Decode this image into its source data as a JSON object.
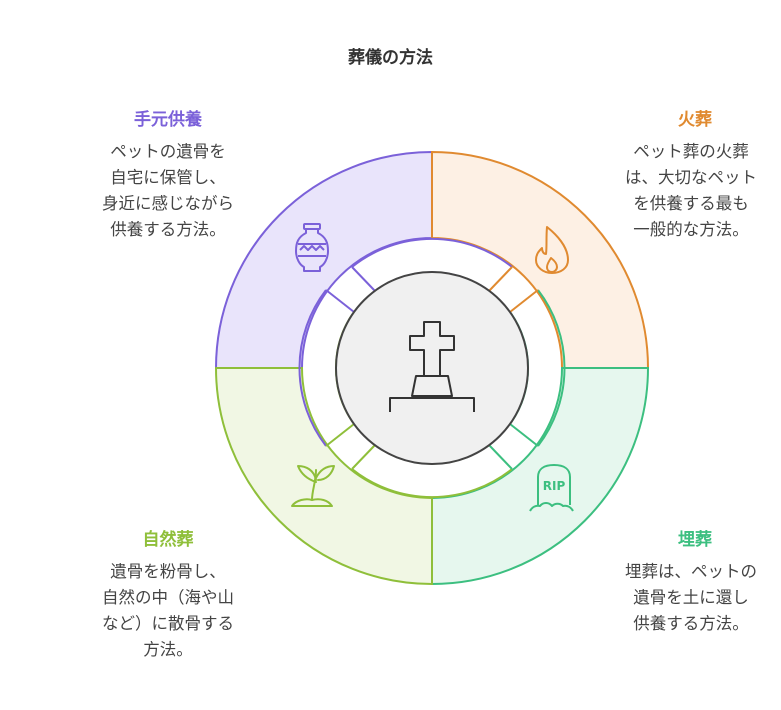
{
  "title": "葬儀の方法",
  "colors": {
    "purple": "#7b61d9",
    "orange": "#e08a30",
    "teal": "#3cbf80",
    "green": "#8fbf3a",
    "center_fill": "#f0f0f0",
    "center_stroke": "#444444"
  },
  "segments": {
    "top_left": {
      "heading": "手元供養",
      "lines": [
        "ペットの遺骨を",
        "自宅に保管し、",
        "身近に感じながら",
        "供養する方法。"
      ],
      "icon": "vase-icon"
    },
    "top_right": {
      "heading": "火葬",
      "lines": [
        "ペット葬の火葬",
        "は、大切なペット",
        "を供養する最も",
        "一般的な方法。"
      ],
      "icon": "flame-icon"
    },
    "bottom_right": {
      "heading": "埋葬",
      "lines": [
        "埋葬は、ペットの",
        "遺骨を土に還し",
        "供養する方法。"
      ],
      "icon": "tombstone-rip-icon",
      "icon_text": "RIP"
    },
    "bottom_left": {
      "heading": "自然葬",
      "lines": [
        "遺骨を粉骨し、",
        "自然の中（海や山",
        "など）に散骨する",
        "方法。"
      ],
      "icon": "sprout-icon"
    }
  },
  "center": {
    "icon": "grave-cross-icon"
  }
}
